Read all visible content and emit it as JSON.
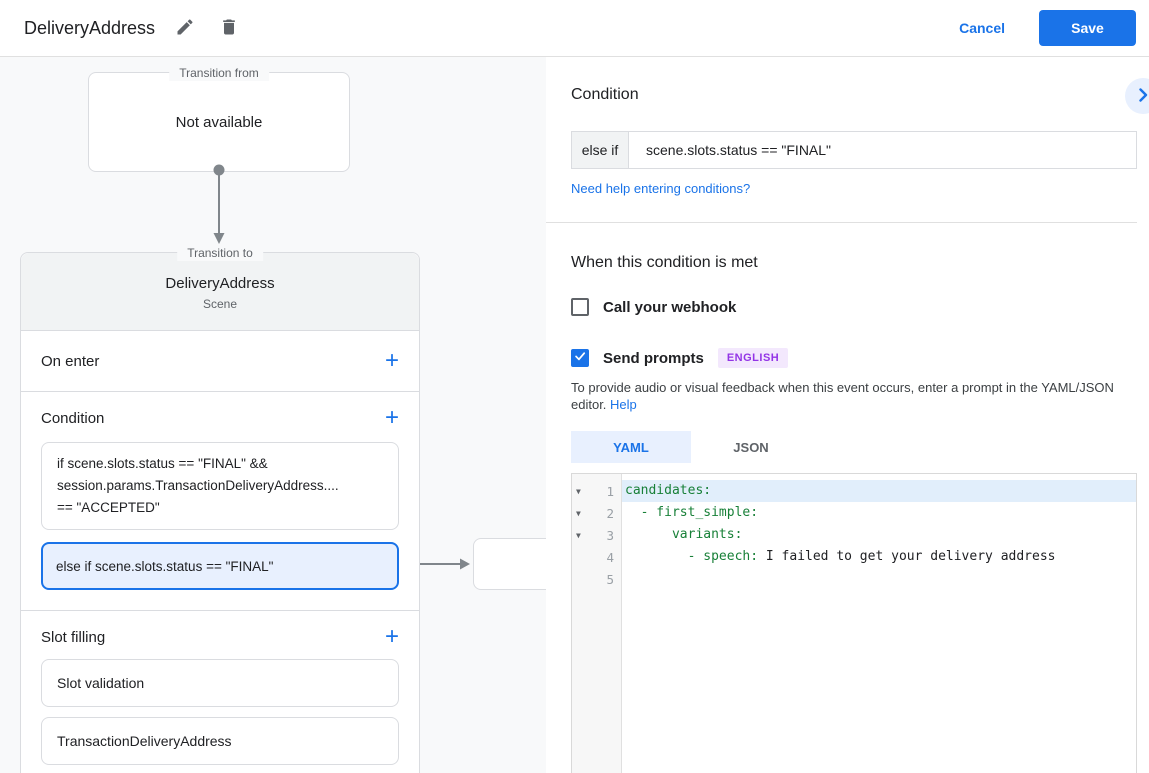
{
  "header": {
    "title": "DeliveryAddress",
    "cancel_label": "Cancel",
    "save_label": "Save"
  },
  "diagram": {
    "transition_from": {
      "legend": "Transition from",
      "content": "Not available"
    },
    "scene": {
      "legend": "Transition to",
      "title": "DeliveryAddress",
      "subtitle": "Scene",
      "on_enter_label": "On enter",
      "add_icon": "+",
      "condition_label": "Condition",
      "condition_box1_lines": [
        "if scene.slots.status == \"FINAL\" &&",
        "session.params.TransactionDeliveryAddress....",
        "== \"ACCEPTED\""
      ],
      "condition_box2": "else if scene.slots.status == \"FINAL\"",
      "slot_filling_label": "Slot filling",
      "slot_items": [
        "Slot validation",
        "TransactionDeliveryAddress"
      ]
    }
  },
  "panel": {
    "title": "Condition",
    "condition_row": {
      "prefix": "else if",
      "value": "scene.slots.status == \"FINAL\""
    },
    "help_link": "Need help entering conditions?",
    "section_title": "When this condition is met",
    "webhook": {
      "label": "Call your webhook",
      "checked": false
    },
    "send_prompts": {
      "label": "Send prompts",
      "badge": "ENGLISH",
      "checked": true
    },
    "description_text": "To provide audio or visual feedback when this event occurs, enter a prompt in the YAML/JSON editor. ",
    "description_help": "Help",
    "tabs": [
      {
        "label": "YAML",
        "active": true
      },
      {
        "label": "JSON",
        "active": false
      }
    ],
    "editor": {
      "lines": [
        {
          "num": "1",
          "key": "candidates:",
          "value": ""
        },
        {
          "num": "2",
          "key": "  - first_simple:",
          "value": ""
        },
        {
          "num": "3",
          "key": "      variants:",
          "value": ""
        },
        {
          "num": "4",
          "key": "        - speech:",
          "value": " I failed to get your delivery address"
        },
        {
          "num": "5",
          "key": "",
          "value": ""
        }
      ]
    }
  },
  "colors": {
    "accent": "#1a73e8",
    "selected_bg": "#e8f0fe",
    "code_key_green": "#188038",
    "badge_bg": "#f3e8fd",
    "badge_text": "#9334e6",
    "diagram_bg": "#f8f9fa"
  }
}
